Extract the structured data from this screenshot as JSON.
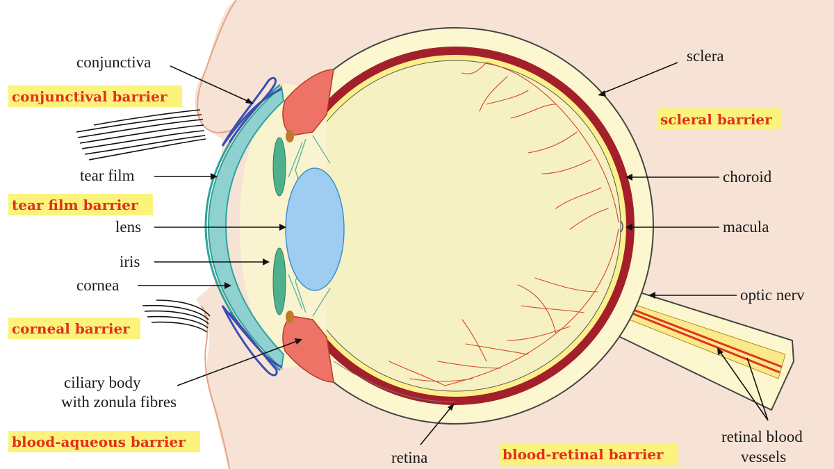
{
  "labels": {
    "conjunctiva": "conjunctiva",
    "tear_film": "tear film",
    "lens": "lens",
    "iris": "iris",
    "cornea": "cornea",
    "ciliary_line1": "ciliary body",
    "ciliary_line2": "with zonula fibres",
    "sclera": "sclera",
    "choroid": "choroid",
    "macula": "macula",
    "optic_nerve": "optic nerv",
    "retinal_vessels_line1": "retinal blood",
    "retinal_vessels_line2": "vessels",
    "retina": "retina"
  },
  "barriers": {
    "conjunctival": "conjunctival barrier",
    "tear_film": "tear film barrier",
    "corneal": "corneal barrier",
    "blood_aqueous": "blood-aqueous barrier",
    "scleral": "scleral barrier",
    "blood_retinal": "blood-retinal barrier"
  },
  "colors": {
    "skin": "#f7e3d5",
    "sclera": "#fdf7cf",
    "choroid": "#a3202a",
    "vitreous": "#f6f1c2",
    "cornea": "#8fd0d0",
    "lens": "#9fcdf2",
    "ciliary": "#ec7366",
    "barrier_highlight": "#fbf37c",
    "barrier_text": "#e0301e"
  }
}
